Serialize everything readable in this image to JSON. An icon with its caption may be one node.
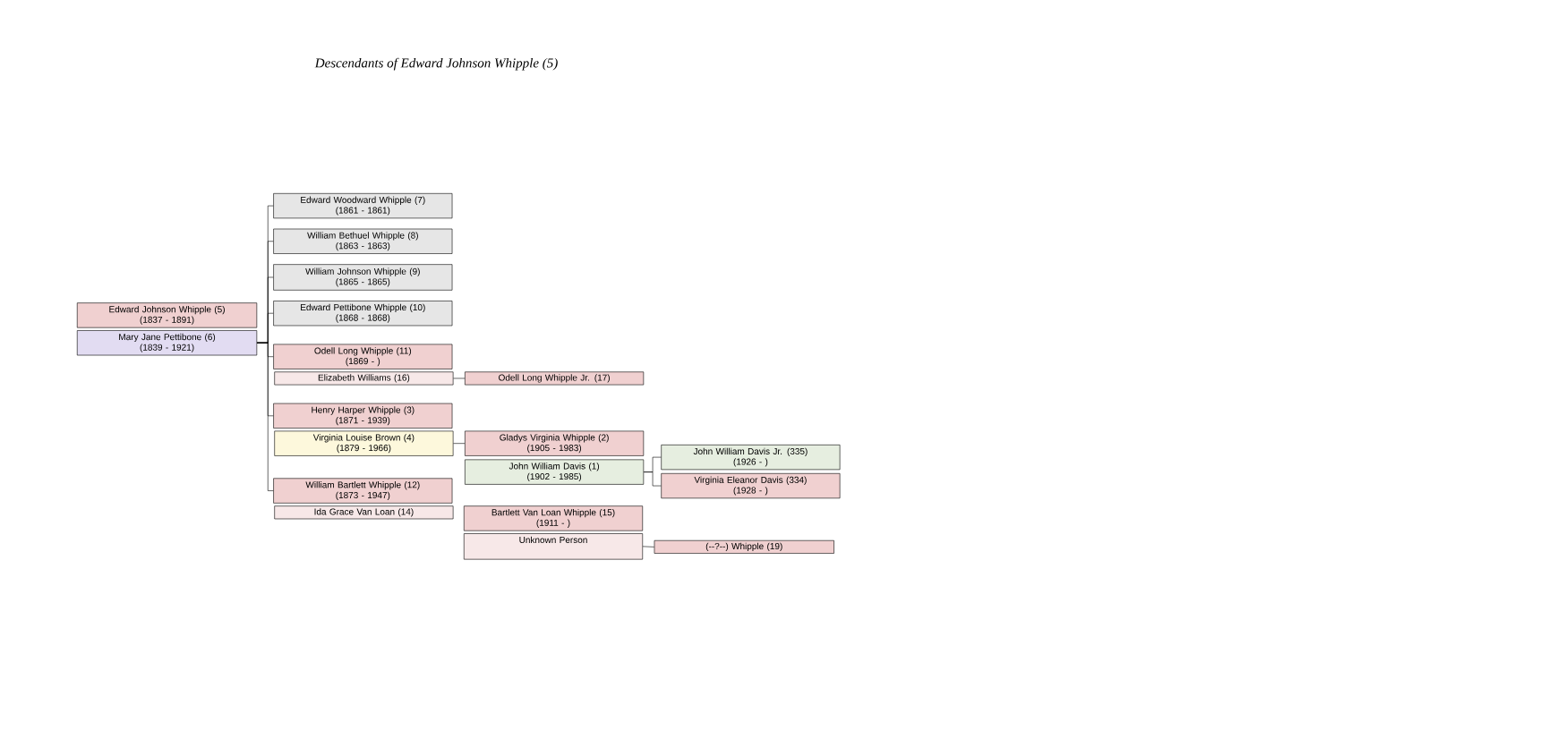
{
  "diagram": {
    "title": "Descendants of Edward Johnson Whipple (5)",
    "nodes": [
      {
        "text": [
          "Edward Johnson Whipple (5)",
          "(1837 - 1891)"
        ]
      },
      {
        "text": [
          "Mary Jane Pettibone (6)",
          "(1839 - 1921)"
        ]
      },
      {
        "text": [
          "Edward Woodward Whipple (7)",
          "(1861 - 1861)"
        ]
      },
      {
        "text": [
          "William Bethuel Whipple (8)",
          "(1863 - 1863)"
        ]
      },
      {
        "text": [
          "William Johnson Whipple (9)",
          "(1865 - 1865)"
        ]
      },
      {
        "text": [
          "Edward Pettibone Whipple (10)",
          "(1868 - 1868)"
        ]
      },
      {
        "text": [
          "Odell Long Whipple (11)",
          "(1869 - )"
        ]
      },
      {
        "text": [
          "Elizabeth Williams (16)"
        ]
      },
      {
        "text": [
          "Odell Long Whipple Jr. (17)"
        ]
      },
      {
        "text": [
          "Henry Harper Whipple (3)",
          "(1871 - 1939)"
        ]
      },
      {
        "text": [
          "Virginia Louise Brown (4)",
          "(1879 - 1966)"
        ]
      },
      {
        "text": [
          "Gladys Virginia Whipple (2)",
          "(1905 - 1983)"
        ]
      },
      {
        "text": [
          "John William Davis (1)",
          "(1902 - 1985)"
        ]
      },
      {
        "text": [
          "John William Davis Jr. (335)",
          "(1926 - )"
        ]
      },
      {
        "text": [
          "Virginia Eleanor Davis (334)",
          "(1928 - )"
        ]
      },
      {
        "text": [
          "William Bartlett Whipple (12)",
          "(1873 - 1947)"
        ]
      },
      {
        "text": [
          "Ida Grace Van Loan (14)"
        ]
      },
      {
        "text": [
          "Bartlett Van Loan Whipple (15)",
          "(1911 - )"
        ]
      },
      {
        "text": [
          "Unknown Person"
        ]
      },
      {
        "text": [
          "(--?--) Whipple (19)"
        ]
      }
    ],
    "edges": [
      {
        "from": 1,
        "to": 2,
        "arrow": "none"
      },
      {
        "from": 1,
        "to": 3,
        "arrow": "none"
      },
      {
        "from": 1,
        "to": 4,
        "arrow": "none"
      },
      {
        "from": 1,
        "to": 5,
        "arrow": "none"
      },
      {
        "from": 1,
        "to": 6,
        "arrow": "none"
      },
      {
        "from": 1,
        "to": 9,
        "arrow": "none"
      },
      {
        "from": 1,
        "to": 15,
        "arrow": "none"
      },
      {
        "from": 7,
        "to": 8,
        "arrow": "none"
      },
      {
        "from": 10,
        "to": 11,
        "arrow": "none"
      },
      {
        "from": 12,
        "to": 13,
        "arrow": "none"
      },
      {
        "from": 12,
        "to": 14,
        "arrow": "none"
      },
      {
        "from": 18,
        "to": 19,
        "arrow": "none"
      }
    ]
  }
}
